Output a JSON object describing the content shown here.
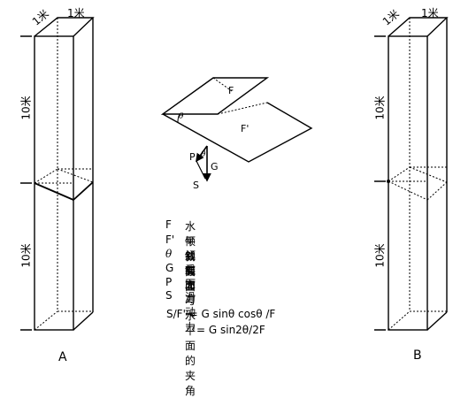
{
  "column_a": {
    "label": "A",
    "top_width": "1米",
    "top_depth": "1米",
    "upper_height": "10米",
    "lower_height": "10米"
  },
  "column_b": {
    "label": "B",
    "top_width": "1米",
    "top_depth": "1米",
    "upper_height": "10米",
    "lower_height": "10米"
  },
  "center_figure": {
    "plane_f_label": "F",
    "plane_fprime_label": "F'",
    "angle_label": "θ",
    "p_label": "P",
    "g_label": "G",
    "s_label": "S",
    "triangle_angle_label": "θ"
  },
  "legend": [
    {
      "key": "F",
      "text": "水平截面"
    },
    {
      "key": "F'",
      "text": "倾斜截面"
    },
    {
      "key": "θ",
      "text": "倾斜面与水平面的夹角"
    },
    {
      "key": "G",
      "text": "重力"
    },
    {
      "key": "P",
      "text": "压力"
    },
    {
      "key": "S",
      "text": "滑动力"
    }
  ],
  "formula": {
    "line1": "S/F' = G sinθ cosθ /F",
    "line2": "= G sin2θ/2F"
  }
}
